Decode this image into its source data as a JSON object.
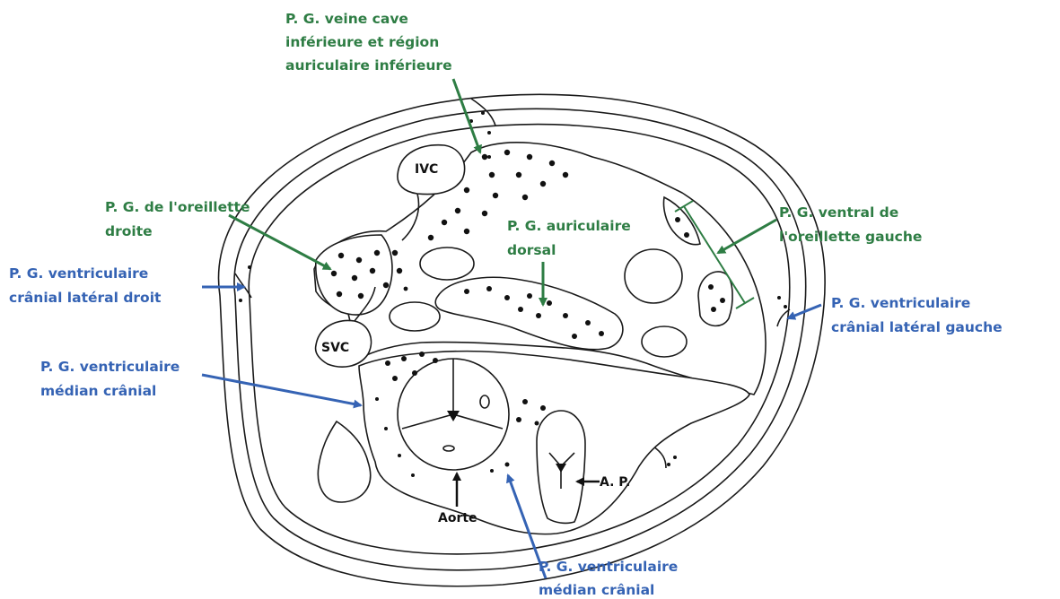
{
  "colors": {
    "green_label": "#2e7d44",
    "blue_label": "#3563b4",
    "structure_label": "#111111",
    "outline": "#1a1a1a"
  },
  "labels": {
    "ivc_region_line1": "P. G. veine cave",
    "ivc_region_line2": "inférieure et région",
    "ivc_region_line3": "auriculaire inférieure",
    "right_atrium_line1": "P. G. de l'oreillette",
    "right_atrium_line2": "droite",
    "dorsal_atrial_line1": "P. G. auriculaire",
    "dorsal_atrial_line2": "dorsal",
    "ventral_left_atrium_line1": "P. G. ventral de",
    "ventral_left_atrium_line2": "l'oreillette gauche",
    "right_lateral_cranial_line1": "P. G. ventriculaire",
    "right_lateral_cranial_line2": "crânial latéral droit",
    "left_lateral_cranial_line1": "P. G. ventriculaire",
    "left_lateral_cranial_line2": "crânial latéral gauche",
    "median_cranial_left_line1": "P. G. ventriculaire",
    "median_cranial_left_line2": "médian crânial",
    "median_cranial_bottom_line1": "P. G. ventriculaire",
    "median_cranial_bottom_line2": "médian crânial",
    "ivc": "IVC",
    "svc": "SVC",
    "aorta": "Aorte",
    "pulmonary_artery": "A. P."
  }
}
